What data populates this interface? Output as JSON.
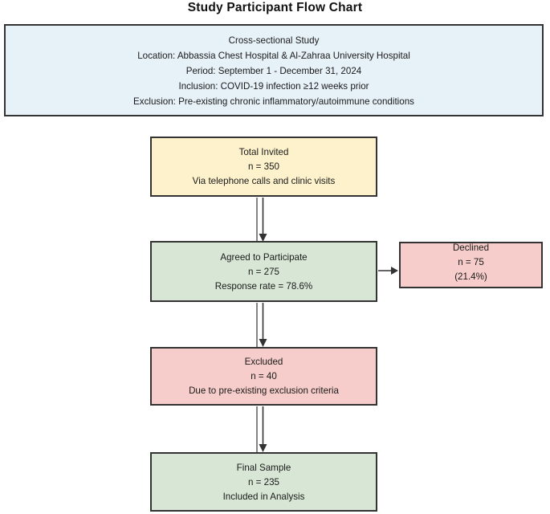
{
  "title": "Study Participant Flow Chart",
  "info_box": {
    "lines": [
      "Cross-sectional Study",
      "Location: Abbassia Chest Hospital & Al-Zahraa University Hospital",
      "Period: September 1 - December 31, 2024",
      "Inclusion: COVID-19 infection ≥12 weeks prior",
      "Exclusion: Pre-existing chronic inflammatory/autoimmune conditions"
    ]
  },
  "nodes": {
    "total_invited": {
      "lines": [
        "Total Invited",
        "n = 350",
        "Via telephone calls and clinic visits"
      ]
    },
    "agreed": {
      "lines": [
        "Agreed to Participate",
        "n = 275",
        "Response rate = 78.6%"
      ]
    },
    "declined": {
      "lines": [
        "Declined",
        "n = 75",
        "(21.4%)"
      ]
    },
    "excluded": {
      "lines": [
        "Excluded",
        "n = 40",
        "Due to pre-existing exclusion criteria"
      ]
    },
    "final_sample": {
      "lines": [
        "Final Sample",
        "n = 235",
        "Included in Analysis"
      ]
    }
  },
  "edges": [
    {
      "from": "total_invited",
      "to": "agreed",
      "direction": "down"
    },
    {
      "from": "agreed",
      "to": "declined",
      "direction": "right"
    },
    {
      "from": "agreed",
      "to": "excluded",
      "direction": "down"
    },
    {
      "from": "excluded",
      "to": "final_sample",
      "direction": "down"
    }
  ],
  "colors": {
    "info_fill": "#e7f1f8",
    "invited_fill": "#fdf2cc",
    "positive_fill": "#d8e7d5",
    "negative_fill": "#f6cdca",
    "border": "#333333",
    "arrow": "#333333",
    "background": "#ffffff"
  }
}
